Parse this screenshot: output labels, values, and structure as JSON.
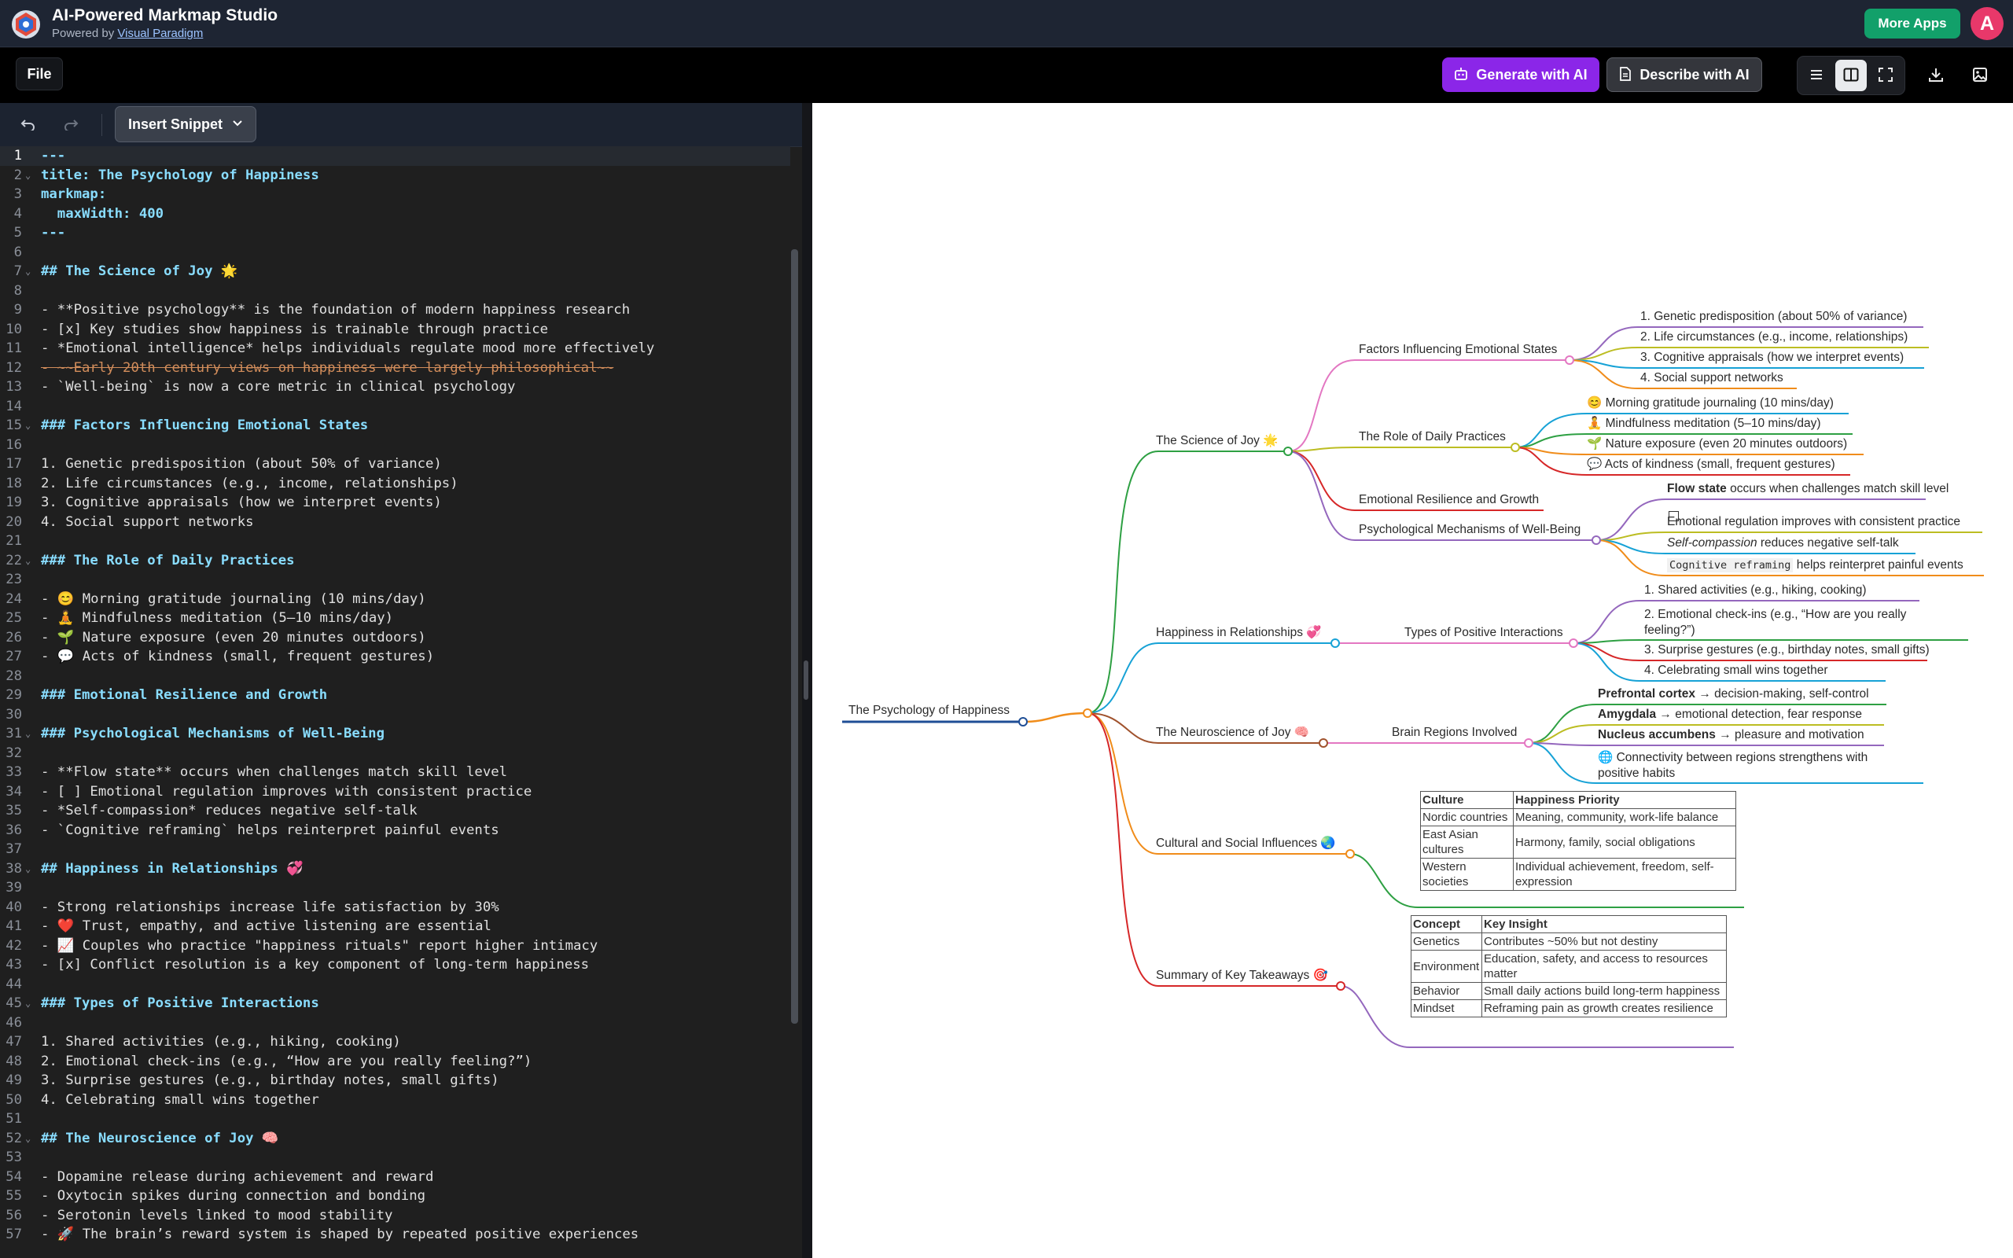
{
  "app": {
    "title": "AI-Powered Markmap Studio",
    "powered_by": "Powered by",
    "powered_link": "Visual Paradigm",
    "more_apps": "More Apps",
    "avatar_initial": "A"
  },
  "toolbar": {
    "file": "File",
    "generate_ai": "Generate with AI",
    "describe_ai": "Describe with AI"
  },
  "editor": {
    "insert_snippet": "Insert Snippet",
    "lines": [
      "---",
      "title: The Psychology of Happiness",
      "markmap:",
      "  maxWidth: 400",
      "---",
      "",
      "## The Science of Joy 🌟",
      "",
      "- **Positive psychology** is the foundation of modern happiness research",
      "- [x] Key studies show happiness is trainable through practice",
      "- *Emotional intelligence* helps individuals regulate mood more effectively",
      "- ~~Early 20th century views on happiness were largely philosophical~~",
      "- `Well-being` is now a core metric in clinical psychology",
      "",
      "### Factors Influencing Emotional States",
      "",
      "1. Genetic predisposition (about 50% of variance)",
      "2. Life circumstances (e.g., income, relationships)",
      "3. Cognitive appraisals (how we interpret events)",
      "4. Social support networks",
      "",
      "### The Role of Daily Practices",
      "",
      "- 😊 Morning gratitude journaling (10 mins/day)",
      "- 🧘 Mindfulness meditation (5–10 mins/day)",
      "- 🌱 Nature exposure (even 20 minutes outdoors)",
      "- 💬 Acts of kindness (small, frequent gestures)",
      "",
      "### Emotional Resilience and Growth",
      "",
      "### Psychological Mechanisms of Well-Being",
      "",
      "- **Flow state** occurs when challenges match skill level",
      "- [ ] Emotional regulation improves with consistent practice",
      "- *Self-compassion* reduces negative self-talk",
      "- `Cognitive reframing` helps reinterpret painful events",
      "",
      "## Happiness in Relationships 💞",
      "",
      "- Strong relationships increase life satisfaction by 30%",
      "- ❤️ Trust, empathy, and active listening are essential",
      "- 📈 Couples who practice \"happiness rituals\" report higher intimacy",
      "- [x] Conflict resolution is a key component of long-term happiness",
      "",
      "### Types of Positive Interactions",
      "",
      "1. Shared activities (e.g., hiking, cooking)",
      "2. Emotional check-ins (e.g., “How are you really feeling?”)",
      "3. Surprise gestures (e.g., birthday notes, small gifts)",
      "4. Celebrating small wins together",
      "",
      "## The Neuroscience of Joy 🧠",
      "",
      "- Dopamine release during achievement and reward",
      "- Oxytocin spikes during connection and bonding",
      "- Serotonin levels linked to mood stability",
      "- 🚀 The brain’s reward system is shaped by repeated positive experiences"
    ]
  },
  "map": {
    "root": "The Psychology of Happiness",
    "branches": {
      "science": "The Science of Joy 🌟",
      "relationships": "Happiness in Relationships 💞",
      "neuro": "The Neuroscience of Joy 🧠",
      "cultural": "Cultural and Social Influences 🌏",
      "summary": "Summary of Key Takeaways 🎯"
    },
    "factors": {
      "label": "Factors Influencing Emotional States",
      "items": [
        "1. Genetic predisposition (about 50% of variance)",
        "2. Life circumstances (e.g., income, relationships)",
        "3. Cognitive appraisals (how we interpret events)",
        "4. Social support networks"
      ]
    },
    "daily": {
      "label": "The Role of Daily Practices",
      "items": [
        "😊 Morning gratitude journaling (10 mins/day)",
        "🧘 Mindfulness meditation (5–10 mins/day)",
        "🌱 Nature exposure (even 20 minutes outdoors)",
        "💬 Acts of kindness (small, frequent gestures)"
      ]
    },
    "resilience": "Emotional Resilience and Growth",
    "mechanisms": {
      "label": "Psychological Mechanisms of Well-Being",
      "flow_bold": "Flow state",
      "flow_rest": " occurs when challenges match skill level",
      "regulation": "Emotional regulation improves with consistent practice",
      "self_comp_em": "Self-compassion",
      "self_comp_rest": " reduces negative self-talk",
      "reframe_code": "Cognitive reframing",
      "reframe_rest": " helps reinterpret painful events"
    },
    "interactions": {
      "label": "Types of Positive Interactions",
      "items": [
        "1. Shared activities (e.g., hiking, cooking)",
        "2. Emotional check-ins (e.g., “How are you really feeling?”)",
        "3. Surprise gestures (e.g., birthday notes, small gifts)",
        "4. Celebrating small wins together"
      ]
    },
    "brain": {
      "label": "Brain Regions Involved",
      "pfc_bold": "Prefrontal cortex",
      "pfc_rest": " → decision-making, self-control",
      "amy_bold": "Amygdala",
      "amy_rest": " → emotional detection, fear response",
      "nac_bold": "Nucleus accumbens",
      "nac_rest": " → pleasure and motivation",
      "connect": "🌐 Connectivity between regions strengthens with positive habits"
    },
    "culture_table": {
      "headers": [
        "Culture",
        "Happiness Priority"
      ],
      "rows": [
        [
          "Nordic countries",
          "Meaning, community, work-life balance"
        ],
        [
          "East Asian cultures",
          "Harmony, family, social obligations"
        ],
        [
          "Western societies",
          "Individual achievement, freedom, self-expression"
        ]
      ]
    },
    "concept_table": {
      "headers": [
        "Concept",
        "Key Insight"
      ],
      "rows": [
        [
          "Genetics",
          "Contributes ~50% but not destiny"
        ],
        [
          "Environment",
          "Education, safety, and access to resources matter"
        ],
        [
          "Behavior",
          "Small daily actions build long-term happiness"
        ],
        [
          "Mindset",
          "Reframing pain as growth creates resilience"
        ]
      ]
    },
    "colors": {
      "root": "#1f4e96",
      "science": "#2ea043",
      "relationships": "#17a2d6",
      "neuro": "#a0522d",
      "cultural": "#f08c1a",
      "summary": "#d62728",
      "pink": "#e377c2",
      "olive": "#bcbd22",
      "purple": "#9467bd"
    }
  }
}
